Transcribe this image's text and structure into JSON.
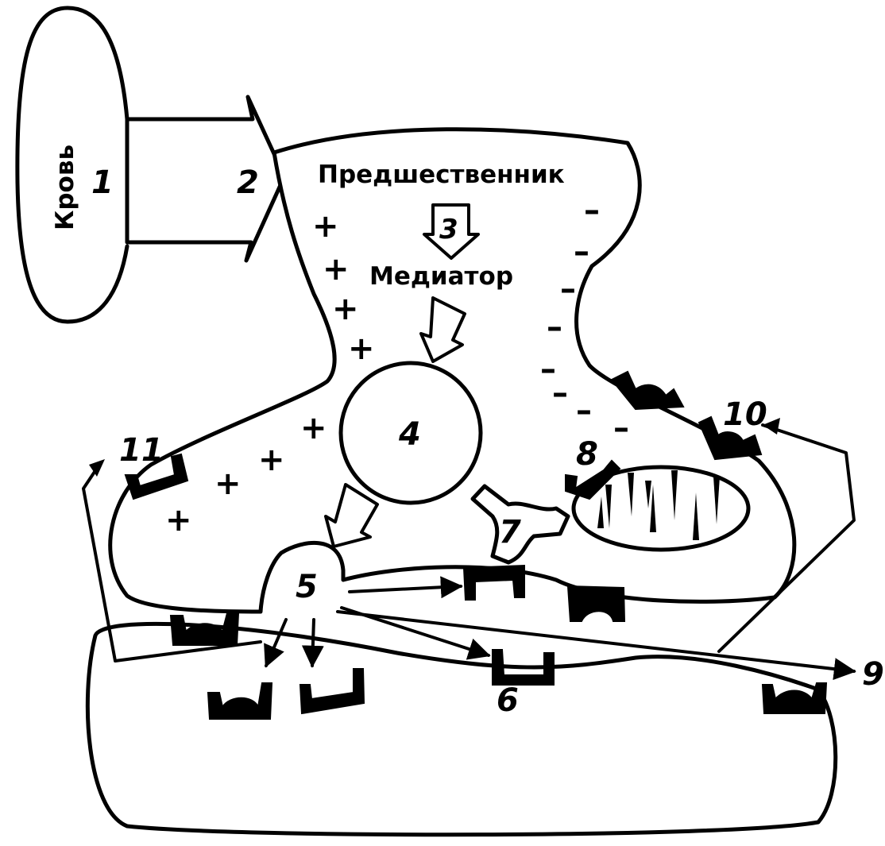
{
  "labels": {
    "blood": "Кровь",
    "precursor": "Предшественник",
    "mediator": "Медиатор",
    "n1": "1",
    "n2": "2",
    "n3": "3",
    "n4": "4",
    "n5": "5",
    "n6": "6",
    "n7": "7",
    "n8": "8",
    "n9": "9",
    "n10": "10",
    "n11": "11"
  },
  "membrane_signs": {
    "plus": "+",
    "minus": "–"
  }
}
